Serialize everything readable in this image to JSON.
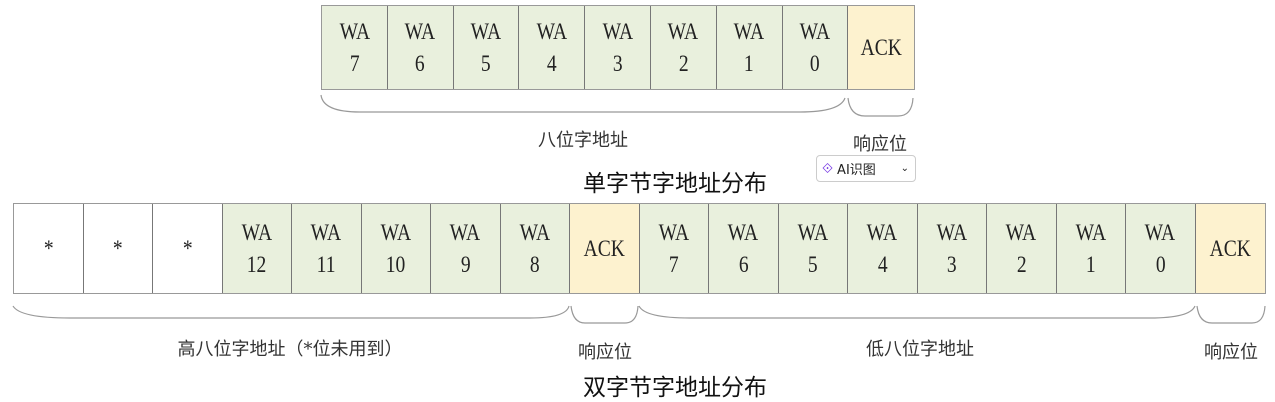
{
  "single": {
    "cells": [
      [
        "WA",
        "7"
      ],
      [
        "WA",
        "6"
      ],
      [
        "WA",
        "5"
      ],
      [
        "WA",
        "4"
      ],
      [
        "WA",
        "3"
      ],
      [
        "WA",
        "2"
      ],
      [
        "WA",
        "1"
      ],
      [
        "WA",
        "0"
      ],
      [
        "ACK",
        ""
      ]
    ],
    "addr_label": "八位字地址",
    "ack_label": "响应位",
    "title": "单字节字地址分布"
  },
  "double": {
    "cells": [
      [
        "*",
        ""
      ],
      [
        "*",
        ""
      ],
      [
        "*",
        ""
      ],
      [
        "WA",
        "12"
      ],
      [
        "WA",
        "11"
      ],
      [
        "WA",
        "10"
      ],
      [
        "WA",
        "9"
      ],
      [
        "WA",
        "8"
      ],
      [
        "ACK",
        ""
      ],
      [
        "WA",
        "7"
      ],
      [
        "WA",
        "6"
      ],
      [
        "WA",
        "5"
      ],
      [
        "WA",
        "4"
      ],
      [
        "WA",
        "3"
      ],
      [
        "WA",
        "2"
      ],
      [
        "WA",
        "1"
      ],
      [
        "WA",
        "0"
      ],
      [
        "ACK",
        ""
      ]
    ],
    "high_label": "高八位字地址（*位未用到）",
    "ack_label_1": "响应位",
    "low_label": "低八位字地址",
    "ack_label_2": "响应位",
    "title": "双字节字地址分布"
  },
  "ai_button": {
    "label": "AI识图",
    "icon": "ai-scan-icon"
  },
  "colors": {
    "address": "#e9f0dd",
    "ack": "#fdf2cf",
    "unused": "#ffffff"
  }
}
